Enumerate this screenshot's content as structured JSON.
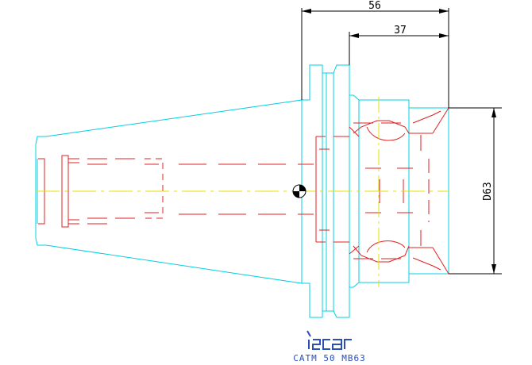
{
  "drawing": {
    "dimension_overall_length": "56",
    "dimension_flange_to_face": "37",
    "dimension_diameter": "D63",
    "logo_text": "iscar",
    "product_code": "CATM 50 MB63"
  },
  "colors": {
    "outline": "#00d0e0",
    "hidden_lines": "#e02020",
    "centerline": "#e8e000",
    "dimension": "#000000",
    "logo": "#2a4fb8"
  }
}
